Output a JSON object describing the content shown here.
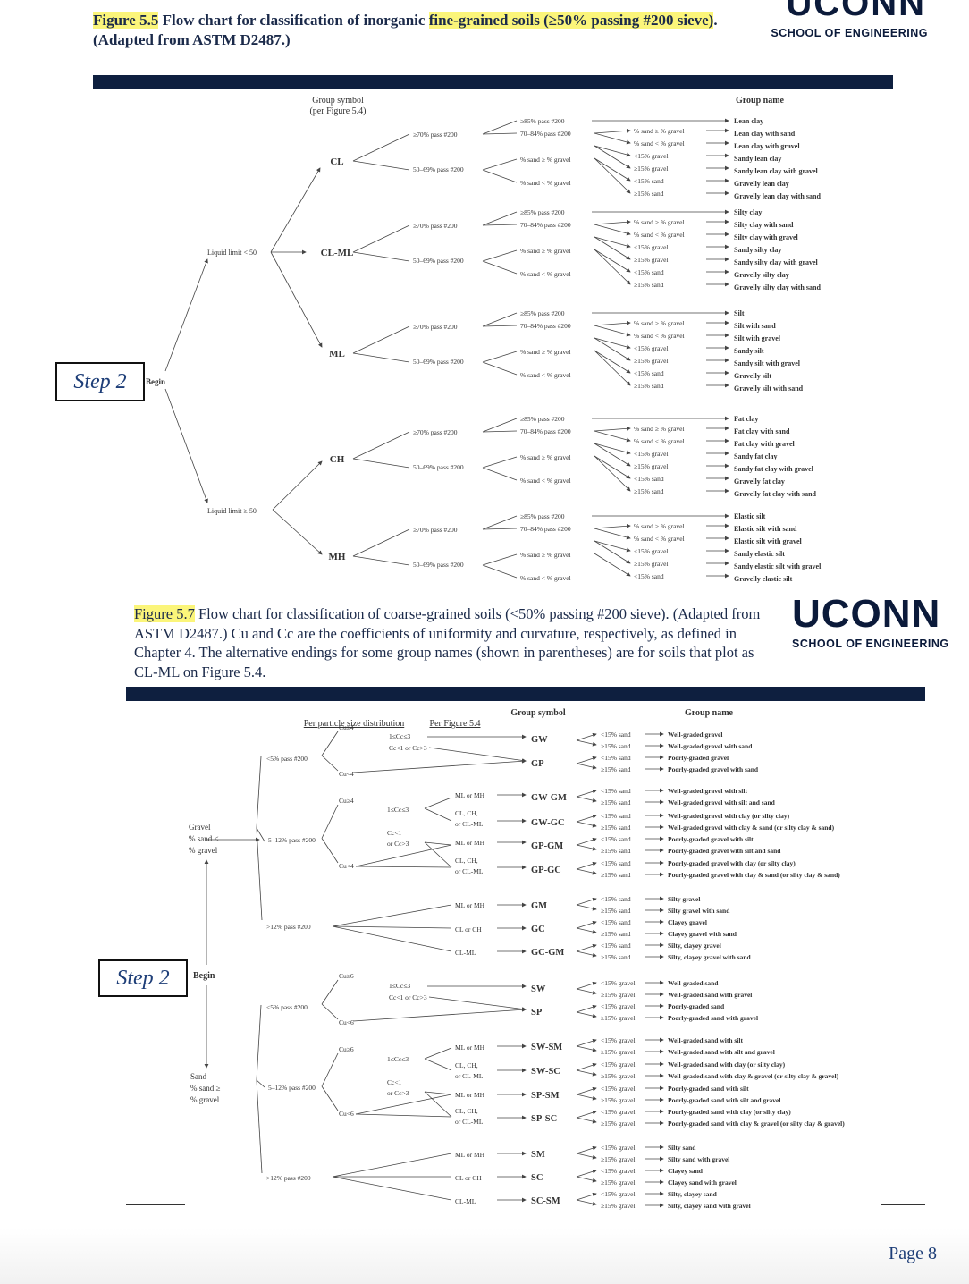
{
  "fig55": {
    "caption_label": "Figure 5.5",
    "caption_text_plain": " Flow chart for classification of inorganic ",
    "caption_text_hl": "fine-grained soils (≥50% passing #200 sieve)",
    "caption_text_end": ". (Adapted from ASTM D2487.)",
    "logo": "UCONN",
    "logo_sub": "SCHOOL OF ENGINEERING",
    "step_label": "Step 2",
    "begin": "Begin",
    "header_symbol": "Group symbol",
    "header_symbol_sub": "(per Figure 5.4)",
    "header_name": "Group name",
    "ll_low": "Liquid limit < 50",
    "ll_high": "Liquid limit ≥ 50",
    "pass_a": "≥70% pass #200",
    "pass_b": "50–69% pass #200",
    "sub_a1": "≥85% pass #200",
    "sub_a2": "70–84% pass #200",
    "sub_b1": "% sand ≥ % gravel",
    "sub_b2": "% sand < % gravel",
    "cond": [
      "% sand ≥ % gravel",
      "% sand < % gravel",
      "<15% gravel",
      "≥15% gravel",
      "<15% sand",
      "≥15% sand"
    ],
    "groups": [
      {
        "symbol": "CL",
        "names": [
          "Lean clay",
          "Lean clay with sand",
          "Lean clay with gravel",
          "Sandy lean clay",
          "Sandy lean clay with gravel",
          "Gravelly lean clay",
          "Gravelly lean clay with sand"
        ]
      },
      {
        "symbol": "CL-ML",
        "names": [
          "Silty clay",
          "Silty clay with sand",
          "Silty clay with gravel",
          "Sandy silty clay",
          "Sandy silty clay with gravel",
          "Gravelly silty clay",
          "Gravelly silty clay with sand"
        ]
      },
      {
        "symbol": "ML",
        "names": [
          "Silt",
          "Silt with sand",
          "Silt with gravel",
          "Sandy silt",
          "Sandy silt with gravel",
          "Gravelly silt",
          "Gravelly silt with sand"
        ]
      },
      {
        "symbol": "CH",
        "names": [
          "Fat clay",
          "Fat clay with sand",
          "Fat clay with gravel",
          "Sandy fat clay",
          "Sandy fat clay with gravel",
          "Gravelly fat clay",
          "Gravelly fat clay with sand"
        ]
      },
      {
        "symbol": "MH",
        "names": [
          "Elastic silt",
          "Elastic silt with sand",
          "Elastic silt with gravel",
          "Sandy elastic silt",
          "Sandy elastic silt with gravel",
          "Gravelly elastic silt"
        ]
      }
    ]
  },
  "fig57": {
    "caption_label": "Figure 5.7",
    "caption_text": " Flow chart for classification of coarse-grained soils (<50% passing #200 sieve). (Adapted from ASTM D2487.) Cu and Cc are the coefficients of uniformity and curvature, respectively, as defined in Chapter 4. The alternative endings for some group names (shown in parentheses) are for soils that plot as CL-ML on Figure 5.4.",
    "logo": "UCONN",
    "logo_sub": "SCHOOL OF ENGINEERING",
    "step_label": "Step 2",
    "begin": "Begin",
    "header_psd": "Per particle size distribution",
    "header_fig54": "Per Figure 5.4",
    "header_symbol": "Group symbol",
    "header_name": "Group name",
    "gravel_label": [
      "Gravel",
      "% sand <",
      "% gravel"
    ],
    "sand_label": [
      "Sand",
      "% sand ≥",
      "% gravel"
    ],
    "pass_lt5": "<5% pass #200",
    "pass_5_12": "5–12% pass #200",
    "pass_gt12": ">12% pass #200",
    "cu4_ge": "Cu≥4",
    "cu4_lt": "Cu<4",
    "cu6_ge": "Cu≥6",
    "cu6_lt": "Cu<6",
    "cc_ok": "1≤Cc≤3",
    "cc_bad": "Cc<1 or Cc>3",
    "cc_lt1": "Cc<1",
    "cc_or": "or Cc>3",
    "fines": [
      "ML or MH",
      "CL, CH,",
      "or CL-ML",
      "CL or CH",
      "CL-ML"
    ],
    "gravel_groups": [
      {
        "symbol": "GW",
        "conds": [
          "<15% sand",
          "≥15% sand"
        ],
        "names": [
          "Well-graded gravel",
          "Well-graded gravel with sand"
        ]
      },
      {
        "symbol": "GP",
        "conds": [
          "<15% sand",
          "≥15% sand"
        ],
        "names": [
          "Poorly-graded gravel",
          "Poorly-graded gravel with sand"
        ]
      },
      {
        "symbol": "GW-GM",
        "conds": [
          "<15% sand",
          "≥15% sand"
        ],
        "names": [
          "Well-graded gravel with silt",
          "Well-graded gravel with silt and sand"
        ]
      },
      {
        "symbol": "GW-GC",
        "conds": [
          "<15% sand",
          "≥15% sand"
        ],
        "names": [
          "Well-graded gravel with clay (or silty clay)",
          "Well-graded gravel with clay & sand (or silty clay & sand)"
        ]
      },
      {
        "symbol": "GP-GM",
        "conds": [
          "<15% sand",
          "≥15% sand"
        ],
        "names": [
          "Poorly-graded gravel with silt",
          "Poorly-graded gravel with silt and sand"
        ]
      },
      {
        "symbol": "GP-GC",
        "conds": [
          "<15% sand",
          "≥15% sand"
        ],
        "names": [
          "Poorly-graded gravel with clay (or silty clay)",
          "Poorly-graded gravel with clay & sand (or silty clay & sand)"
        ]
      },
      {
        "symbol": "GM",
        "conds": [
          "<15% sand",
          "≥15% sand"
        ],
        "names": [
          "Silty gravel",
          "Silty gravel with sand"
        ]
      },
      {
        "symbol": "GC",
        "conds": [
          "<15% sand",
          "≥15% sand"
        ],
        "names": [
          "Clayey gravel",
          "Clayey gravel with sand"
        ]
      },
      {
        "symbol": "GC-GM",
        "conds": [
          "<15% sand",
          "≥15% sand"
        ],
        "names": [
          "Silty, clayey gravel",
          "Silty, clayey gravel with sand"
        ]
      }
    ],
    "sand_groups": [
      {
        "symbol": "SW",
        "conds": [
          "<15% gravel",
          "≥15% gravel"
        ],
        "names": [
          "Well-graded sand",
          "Well-graded sand with gravel"
        ]
      },
      {
        "symbol": "SP",
        "conds": [
          "<15% gravel",
          "≥15% gravel"
        ],
        "names": [
          "Poorly-graded sand",
          "Poorly-graded sand with gravel"
        ]
      },
      {
        "symbol": "SW-SM",
        "conds": [
          "<15% gravel",
          "≥15% gravel"
        ],
        "names": [
          "Well-graded sand with silt",
          "Well-graded sand with silt and gravel"
        ]
      },
      {
        "symbol": "SW-SC",
        "conds": [
          "<15% gravel",
          "≥15% gravel"
        ],
        "names": [
          "Well-graded sand with clay (or silty clay)",
          "Well-graded sand with clay & gravel (or silty clay & gravel)"
        ]
      },
      {
        "symbol": "SP-SM",
        "conds": [
          "<15% gravel",
          "≥15% gravel"
        ],
        "names": [
          "Poorly-graded sand with silt",
          "Poorly-graded sand with silt and gravel"
        ]
      },
      {
        "symbol": "SP-SC",
        "conds": [
          "<15% gravel",
          "≥15% gravel"
        ],
        "names": [
          "Poorly-graded sand with clay (or silty clay)",
          "Poorly-graded sand with clay & gravel (or silty clay & gravel)"
        ]
      },
      {
        "symbol": "SM",
        "conds": [
          "<15% gravel",
          "≥15% gravel"
        ],
        "names": [
          "Silty sand",
          "Silty sand with gravel"
        ]
      },
      {
        "symbol": "SC",
        "conds": [
          "<15% gravel",
          "≥15% gravel"
        ],
        "names": [
          "Clayey sand",
          "Clayey sand with gravel"
        ]
      },
      {
        "symbol": "SC-SM",
        "conds": [
          "<15% gravel",
          "≥15% gravel"
        ],
        "names": [
          "Silty, clayey sand",
          "Silty, clayey sand with gravel"
        ]
      }
    ]
  },
  "page": {
    "label": "Page 8"
  }
}
